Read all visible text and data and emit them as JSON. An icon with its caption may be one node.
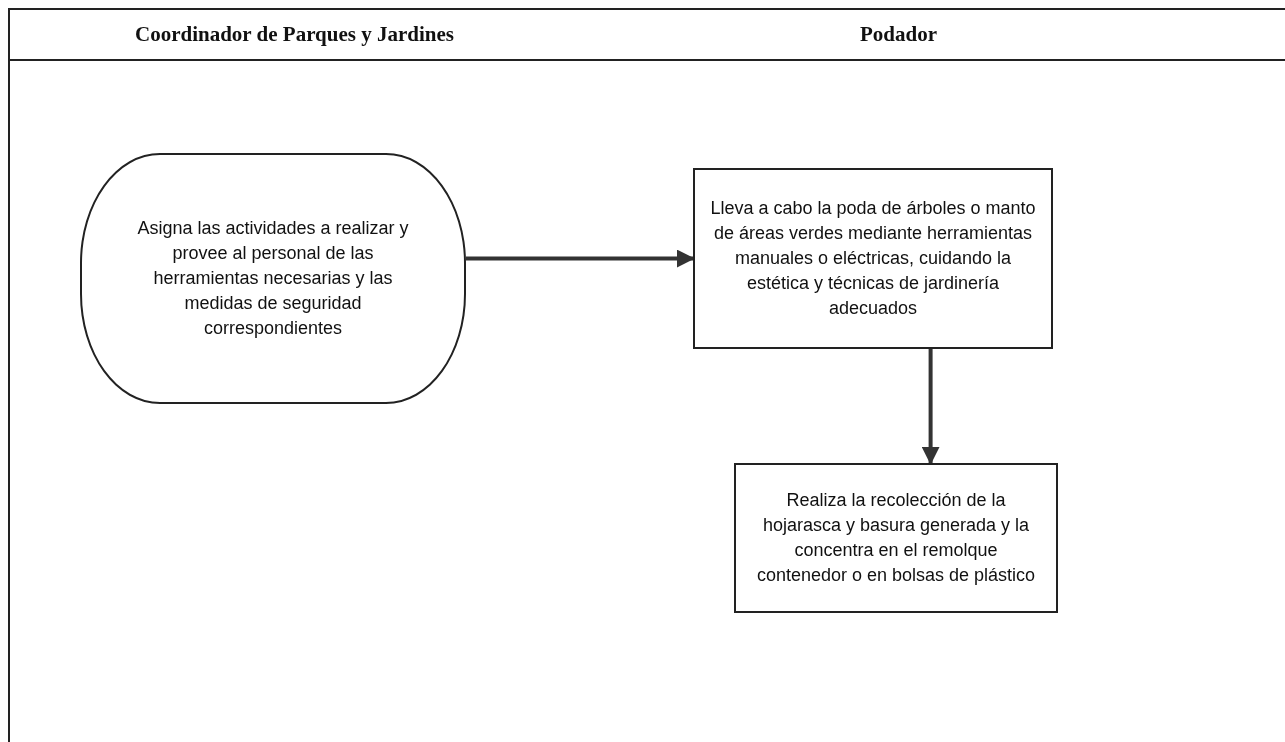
{
  "diagram": {
    "nodes": [
      {
        "text": [
          "Asigna las actividades a realizar y provee al personal de las herramientas necesarias y las medidas de seguridad correspondientes"
        ]
      },
      {
        "text": [
          "Lleva a cabo la poda de árboles o manto de áreas verdes mediante herramientas manuales o eléctricas, cuidando la estética y técnicas de jardinería adecuados"
        ]
      },
      {
        "text": [
          "Realiza la recolección de la hojarasca y basura generada y la concentra en el remolque contenedor o en bolsas de plástico"
        ]
      }
    ],
    "edges": [
      {
        "from": 0,
        "to": 1,
        "arrow": "to"
      },
      {
        "from": 1,
        "to": 2,
        "arrow": "to"
      }
    ],
    "labels": [
      "Coordinador de Parques y Jardines",
      "Podador"
    ]
  }
}
